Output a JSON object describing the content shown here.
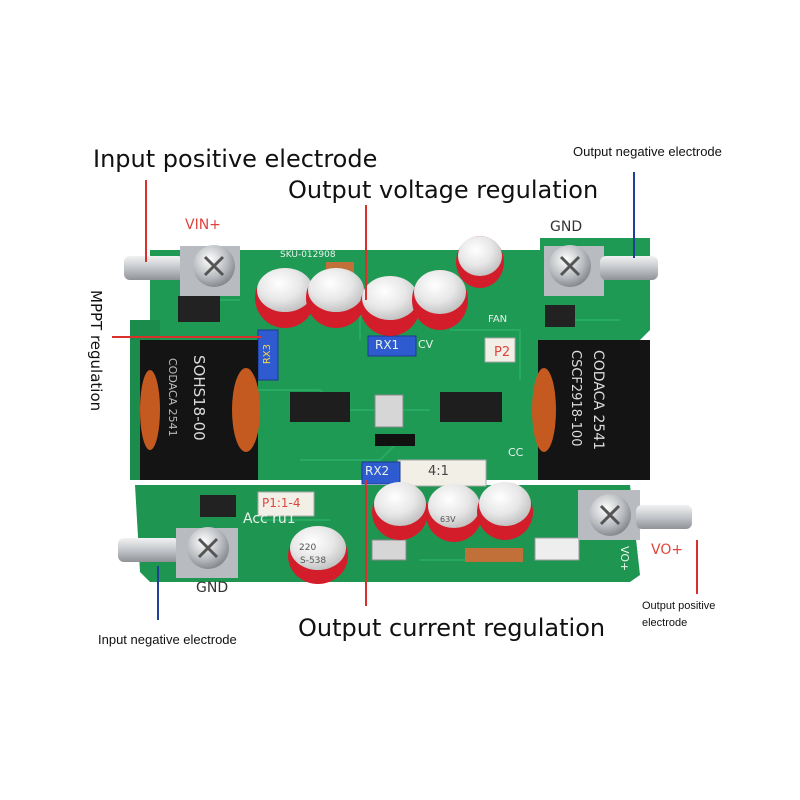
{
  "callouts": {
    "input_positive": "Input positive electrode",
    "output_voltage": "Output voltage regulation",
    "output_negative": "Output negative electrode",
    "mppt": "MPPT regulation",
    "output_current": "Output current regulation",
    "input_negative": "Input negative electrode",
    "output_positive_line1": "Output positive",
    "output_positive_line2": "electrode"
  },
  "terminals": {
    "vin_plus": "VIN+",
    "gnd_top": "GND",
    "gnd_bottom": "GND",
    "vo_plus": "VO+"
  },
  "board": {
    "sku": "SKU-012908",
    "fan": "FAN",
    "p2": "P2",
    "rx1": "RX1",
    "cv": "CV",
    "rx2": "RX2",
    "ratio": "4:1",
    "cc": "CC",
    "rx3": "RX3",
    "p1": "P1:1-4",
    "acc": "Acc ru1",
    "inductor_left_1": "SOHS18-00",
    "inductor_left_2": "CODACA 2541",
    "inductor_right_1": "CODACA 2541",
    "inductor_right_2": "CSCF2918-100",
    "cap_220": "220",
    "cap_63v": "63V",
    "cap_lot": "S-538",
    "vo_plus_silk": "VO+"
  },
  "colors": {
    "pcb": "#1f9a55",
    "pcb_dark": "#167a41",
    "pointer_red": "#d8302b",
    "pointer_blue": "#1f3f99",
    "capacitor": "#d31d2a",
    "terminal": "#c9ccd0"
  }
}
